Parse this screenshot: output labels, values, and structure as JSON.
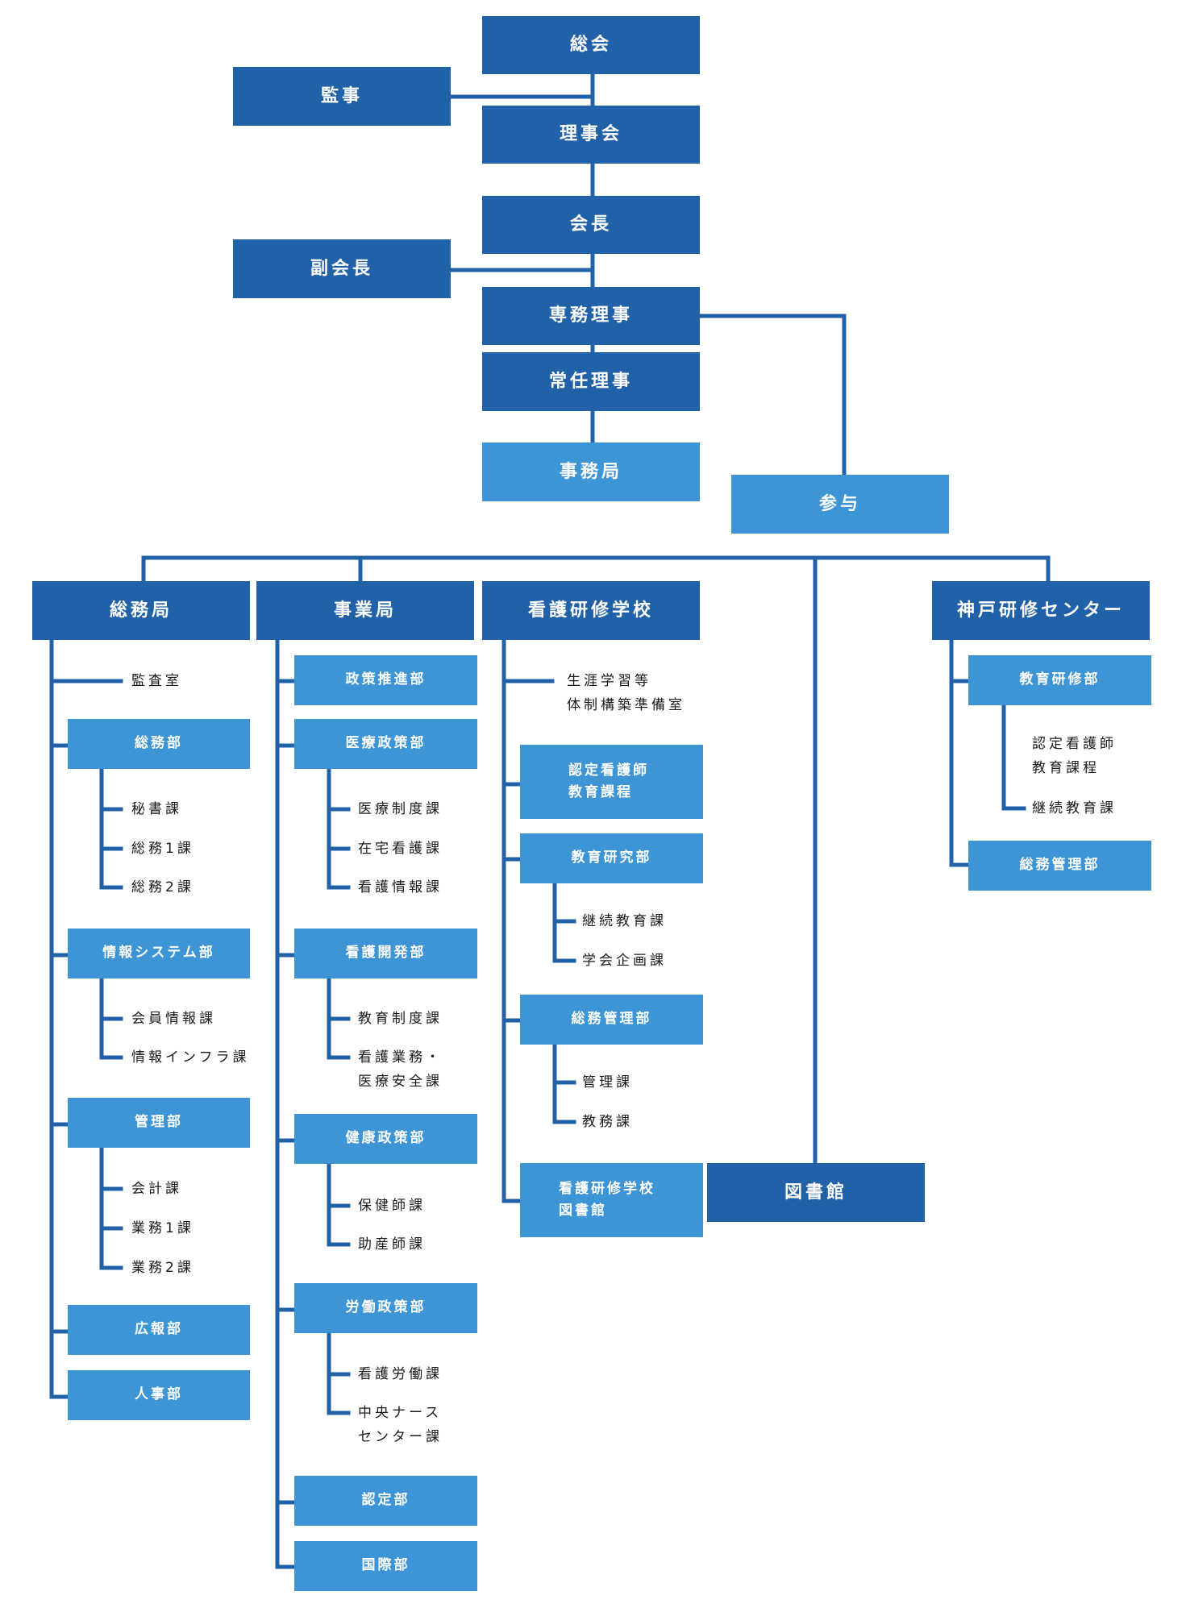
{
  "nodes": {
    "soukai": "総会",
    "kanji": "監事",
    "rijikai": "理事会",
    "kaicho": "会長",
    "fukukaicho": "副会長",
    "senmu": "専務理事",
    "jonin": "常任理事",
    "jimukyoku": "事務局",
    "sanyo": "参与",
    "somukyoku": "総務局",
    "jigyokyoku": "事業局",
    "gakko": "看護研修学校",
    "kobe": "神戸研修センター",
    "toshokan": "図書館"
  },
  "somu": {
    "kansa": "監査室",
    "somubu": "総務部",
    "hisho": "秘書課",
    "somu1": "総務1課",
    "somu2": "総務2課",
    "joho": "情報システム部",
    "kaiin": "会員情報課",
    "infra": "情報インフラ課",
    "kanri": "管理部",
    "kaikei": "会計課",
    "gyomu1": "業務1課",
    "gyomu2": "業務2課",
    "koho": "広報部",
    "jinji": "人事部"
  },
  "jigyo": {
    "seisaku": "政策推進部",
    "iryo": "医療政策部",
    "seido": "医療制度課",
    "zaitaku": "在宅看護課",
    "kangojoho": "看護情報課",
    "kaihatsu": "看護開発部",
    "kyoikuseido": "教育制度課",
    "gyomu_anzen": "看護業務・\n医療安全課",
    "kenko": "健康政策部",
    "hokenshi": "保健師課",
    "josanshi": "助産師課",
    "rodo": "労働政策部",
    "rodoka": "看護労働課",
    "chuo": "中央ナース\nセンター課",
    "nintei": "認定部",
    "kokusai": "国際部"
  },
  "gakko": {
    "junbi": "生涯学習等\n体制構築準備室",
    "nintei_kyoiku": "認定看護師\n教育課程",
    "kenkyu": "教育研究部",
    "keizoku": "継続教育課",
    "gakkai": "学会企画課",
    "somukanri": "総務管理部",
    "kanrika": "管理課",
    "kyomu": "教務課",
    "tosho": "看護研修学校\n図書館"
  },
  "kobe": {
    "kyoiku": "教育研修部",
    "nintei": "認定看護師\n教育課程",
    "keizoku": "継続教育課",
    "somukanri": "総務管理部"
  },
  "colors": {
    "dark": "#2161a8",
    "light": "#3d95d6",
    "line": "#2161a8"
  }
}
